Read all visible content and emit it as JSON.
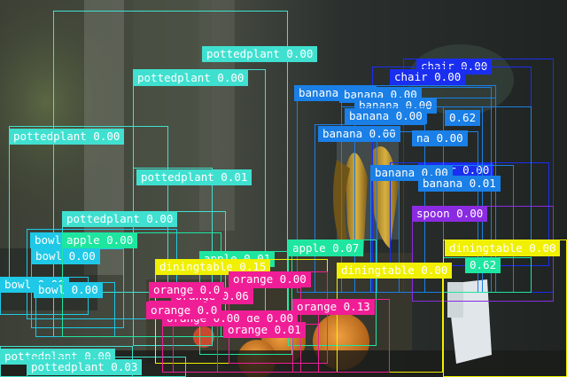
{
  "colors": {
    "pottedplant": "#40e0d0",
    "bowl": "#1ec8e6",
    "apple": "#1ee6a0",
    "banana": "#1a7fe6",
    "chair": "#1a2ef0",
    "spoon": "#8a2be2",
    "diningtable": "#f0f000",
    "orange": "#f01e96"
  },
  "detections": [
    {
      "cls": "pottedplant",
      "text": "pottedplant 0.00"
    },
    {
      "cls": "pottedplant",
      "text": "pottedplant 0.00"
    },
    {
      "cls": "pottedplant",
      "text": "pottedplant 0.00"
    },
    {
      "cls": "pottedplant",
      "text": "pottedplant 0.01"
    },
    {
      "cls": "pottedplant",
      "text": "pottedplant 0.00"
    },
    {
      "cls": "pottedplant",
      "text": "pottedplant 0.00"
    },
    {
      "cls": "pottedplant",
      "text": "pottedplant 0.03"
    },
    {
      "cls": "chair",
      "text": "chair 0.00"
    },
    {
      "cls": "chair",
      "text": "chair 0.00"
    },
    {
      "cls": "chair",
      "text": "chair 0.00"
    },
    {
      "cls": "banana",
      "text": "banana 0.00"
    },
    {
      "cls": "banana",
      "text": "banana 0.00"
    },
    {
      "cls": "banana",
      "text": "banana 0.00"
    },
    {
      "cls": "banana",
      "text": "banana 0.00"
    },
    {
      "cls": "banana",
      "text": "0.62"
    },
    {
      "cls": "banana",
      "text": "banana 0.00"
    },
    {
      "cls": "banana",
      "text": "na 0.00"
    },
    {
      "cls": "banana",
      "text": "banana 0.00"
    },
    {
      "cls": "banana",
      "text": "banana 0.01"
    },
    {
      "cls": "spoon",
      "text": "spoon 0.00"
    },
    {
      "cls": "bowl",
      "text": "bowl 0.00"
    },
    {
      "cls": "bowl",
      "text": "bowl 0.00"
    },
    {
      "cls": "bowl",
      "text": "bowl 0.00"
    },
    {
      "cls": "bowl",
      "text": "bowl 0.00"
    },
    {
      "cls": "apple",
      "text": "apple 0.00"
    },
    {
      "cls": "apple",
      "text": "apple 0.01"
    },
    {
      "cls": "apple",
      "text": "apple 0.07"
    },
    {
      "cls": "apple",
      "text": "0.62"
    },
    {
      "cls": "diningtable",
      "text": "diningtable 0.00"
    },
    {
      "cls": "diningtable",
      "text": "diningtable 0.00"
    },
    {
      "cls": "diningtable",
      "text": "diningtable 0.15"
    },
    {
      "cls": "orange",
      "text": "orange 0.00"
    },
    {
      "cls": "orange",
      "text": "orange 0.06"
    },
    {
      "cls": "orange",
      "text": "orange 0.13"
    },
    {
      "cls": "orange",
      "text": "orange 0.00 ge 0.00"
    },
    {
      "cls": "orange",
      "text": "orange 0.01"
    },
    {
      "cls": "orange",
      "text": "orange 0.0"
    },
    {
      "cls": "orange",
      "text": "orange 0.0"
    }
  ]
}
